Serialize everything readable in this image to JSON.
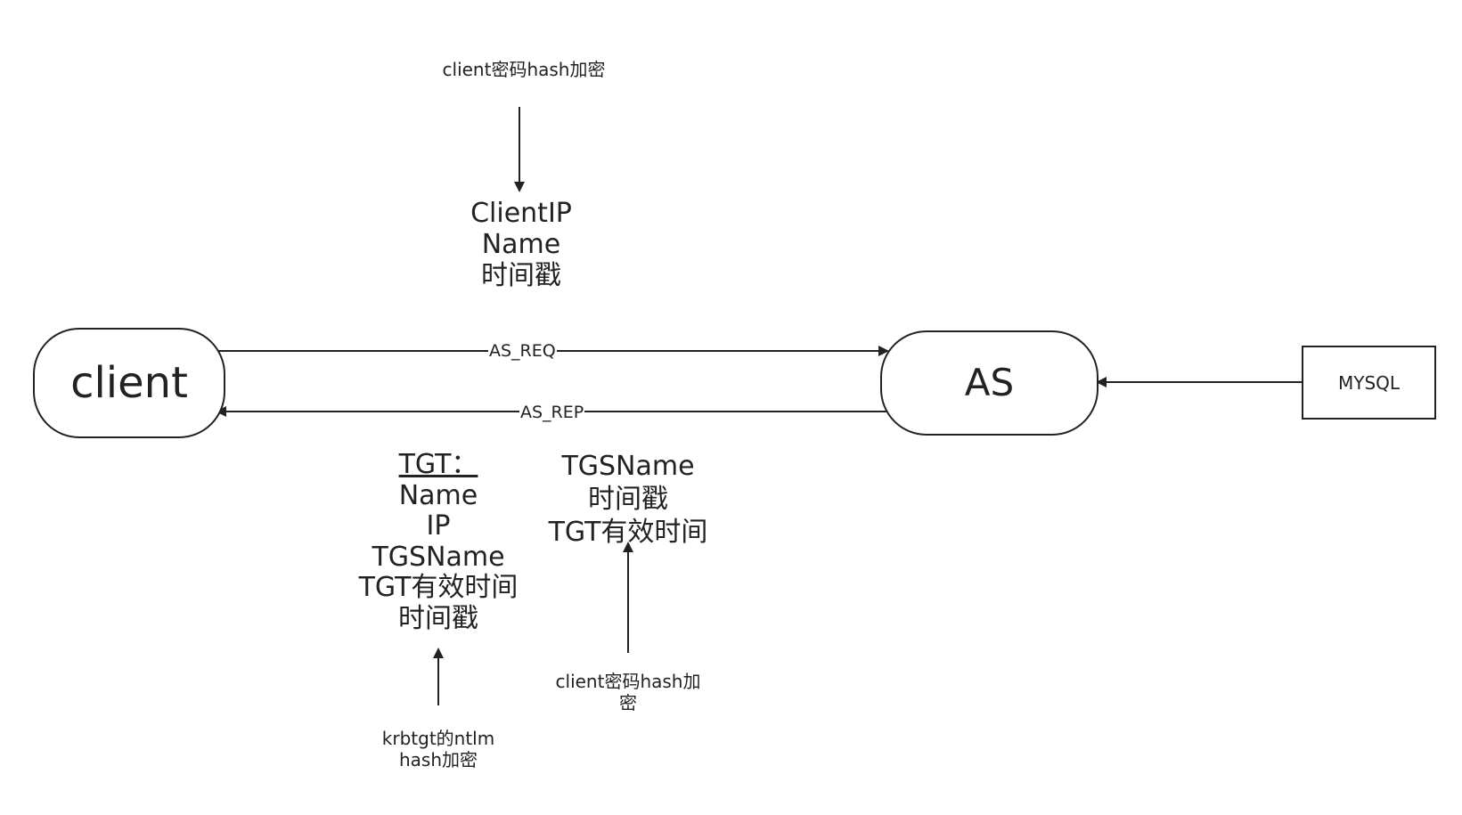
{
  "nodes": {
    "client": "client",
    "as": "AS",
    "mysql": "MYSQL"
  },
  "edges": {
    "as_req": "AS_REQ",
    "as_rep": "AS_REP"
  },
  "top": {
    "encrypt_note": "client密码hash加密",
    "fields": [
      "ClientIP",
      "Name",
      "时间戳"
    ]
  },
  "tgt": {
    "title": "TGT：",
    "fields": [
      "Name",
      "IP",
      "TGSName",
      "TGT有效时间",
      "时间戳"
    ],
    "encrypt_note_line1": "krbtgt的ntlm",
    "encrypt_note_line2": "hash加密"
  },
  "session": {
    "fields": [
      "TGSName",
      "时间戳",
      "TGT有效时间"
    ],
    "encrypt_note_line1": "client密码hash加",
    "encrypt_note_line2": "密"
  }
}
